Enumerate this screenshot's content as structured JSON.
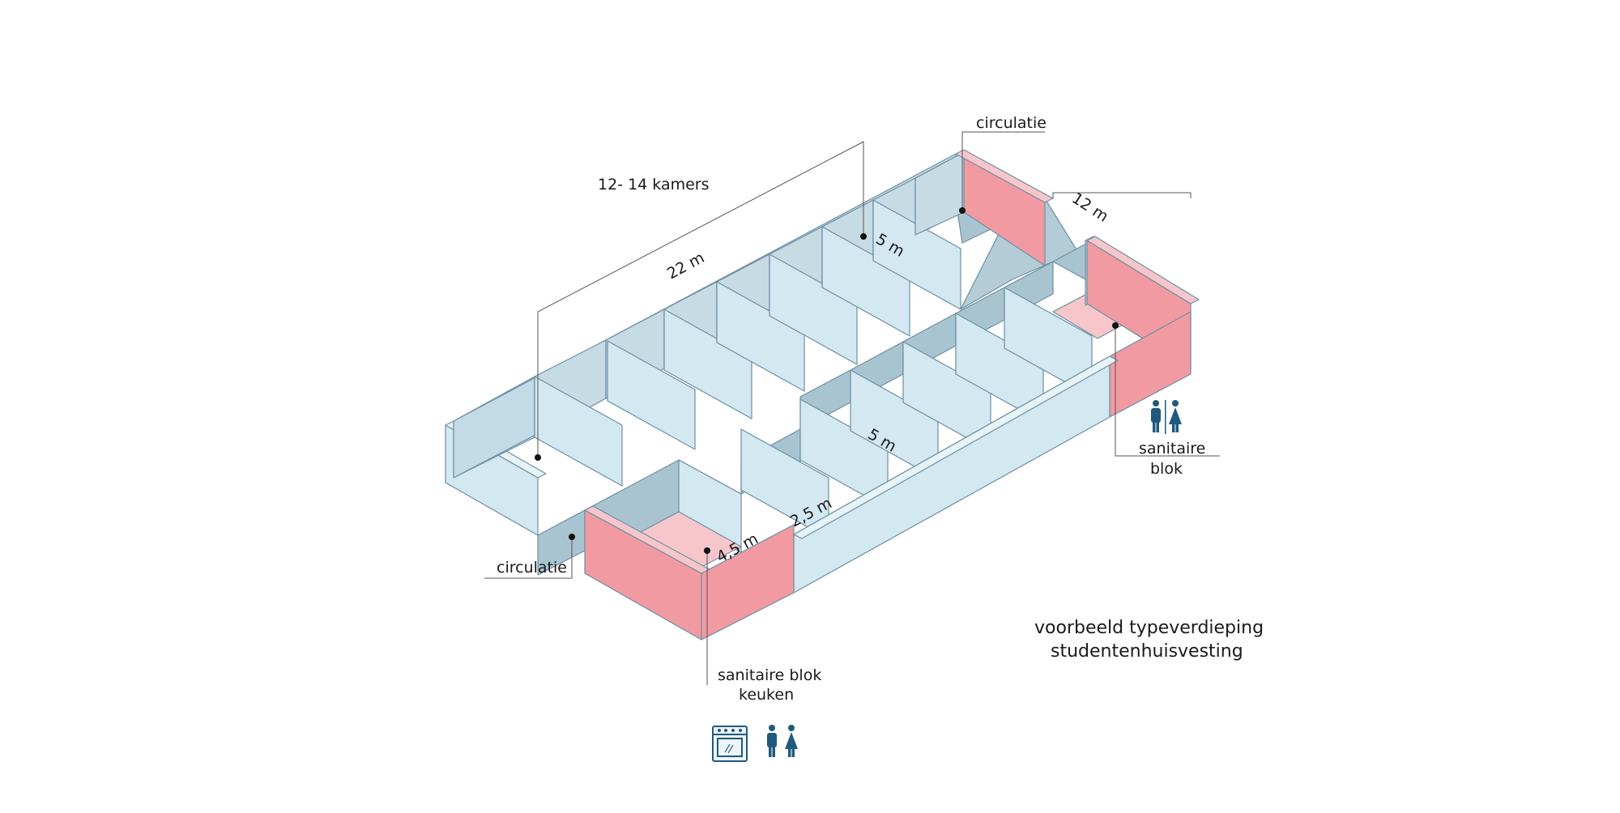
{
  "labels": {
    "rooms_count": "12- 14 kamers",
    "length": "22 m",
    "width": "12 m",
    "room_depth_top": "5 m",
    "room_depth_bottom": "5 m",
    "room_width": "2,5 m",
    "sanitary_depth": "4,5 m",
    "circulation_top": "circulatie",
    "circulation_left": "circulatie",
    "sanitary_right_line1": "sanitaire",
    "sanitary_right_line2": "blok",
    "sanitary_kitchen_line1": "sanitaire blok",
    "sanitary_kitchen_line2": "keuken"
  },
  "caption": {
    "line1": "voorbeeld typeverdieping",
    "line2": "studentenhuisvesting"
  },
  "icons": {
    "oven": "oven-icon",
    "toilet": "toilet-man-woman-icon"
  },
  "colors": {
    "wall_light": "#d3e8f1",
    "wall_mid": "#b7d2de",
    "floor_dark": "#a9c4d1",
    "sanitary_red": "#f19aa2",
    "sanitary_pink": "#f6c6cb",
    "outline": "#6d8fa3",
    "icon": "#1f5a7e"
  }
}
